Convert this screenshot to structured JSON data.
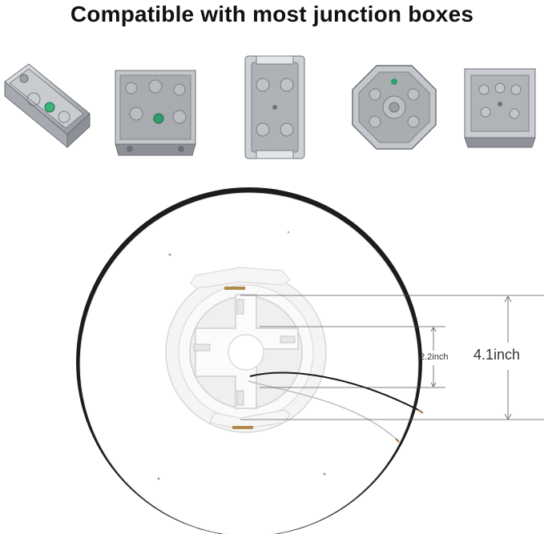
{
  "header": {
    "title": "Compatible with most junction boxes"
  },
  "junction_boxes": [
    {
      "name": "rectangular-handy-box"
    },
    {
      "name": "square-box-with-knockouts"
    },
    {
      "name": "tall-rectangular-box"
    },
    {
      "name": "octagon-box"
    },
    {
      "name": "shallow-square-box"
    }
  ],
  "dimensions": {
    "inner_spacing": "2.2inch",
    "outer_spacing": "4.1inch"
  },
  "colors": {
    "fixture_rim": "#1a1a1a",
    "fixture_face": "#ffffff",
    "metal": "#b9bdc2"
  }
}
